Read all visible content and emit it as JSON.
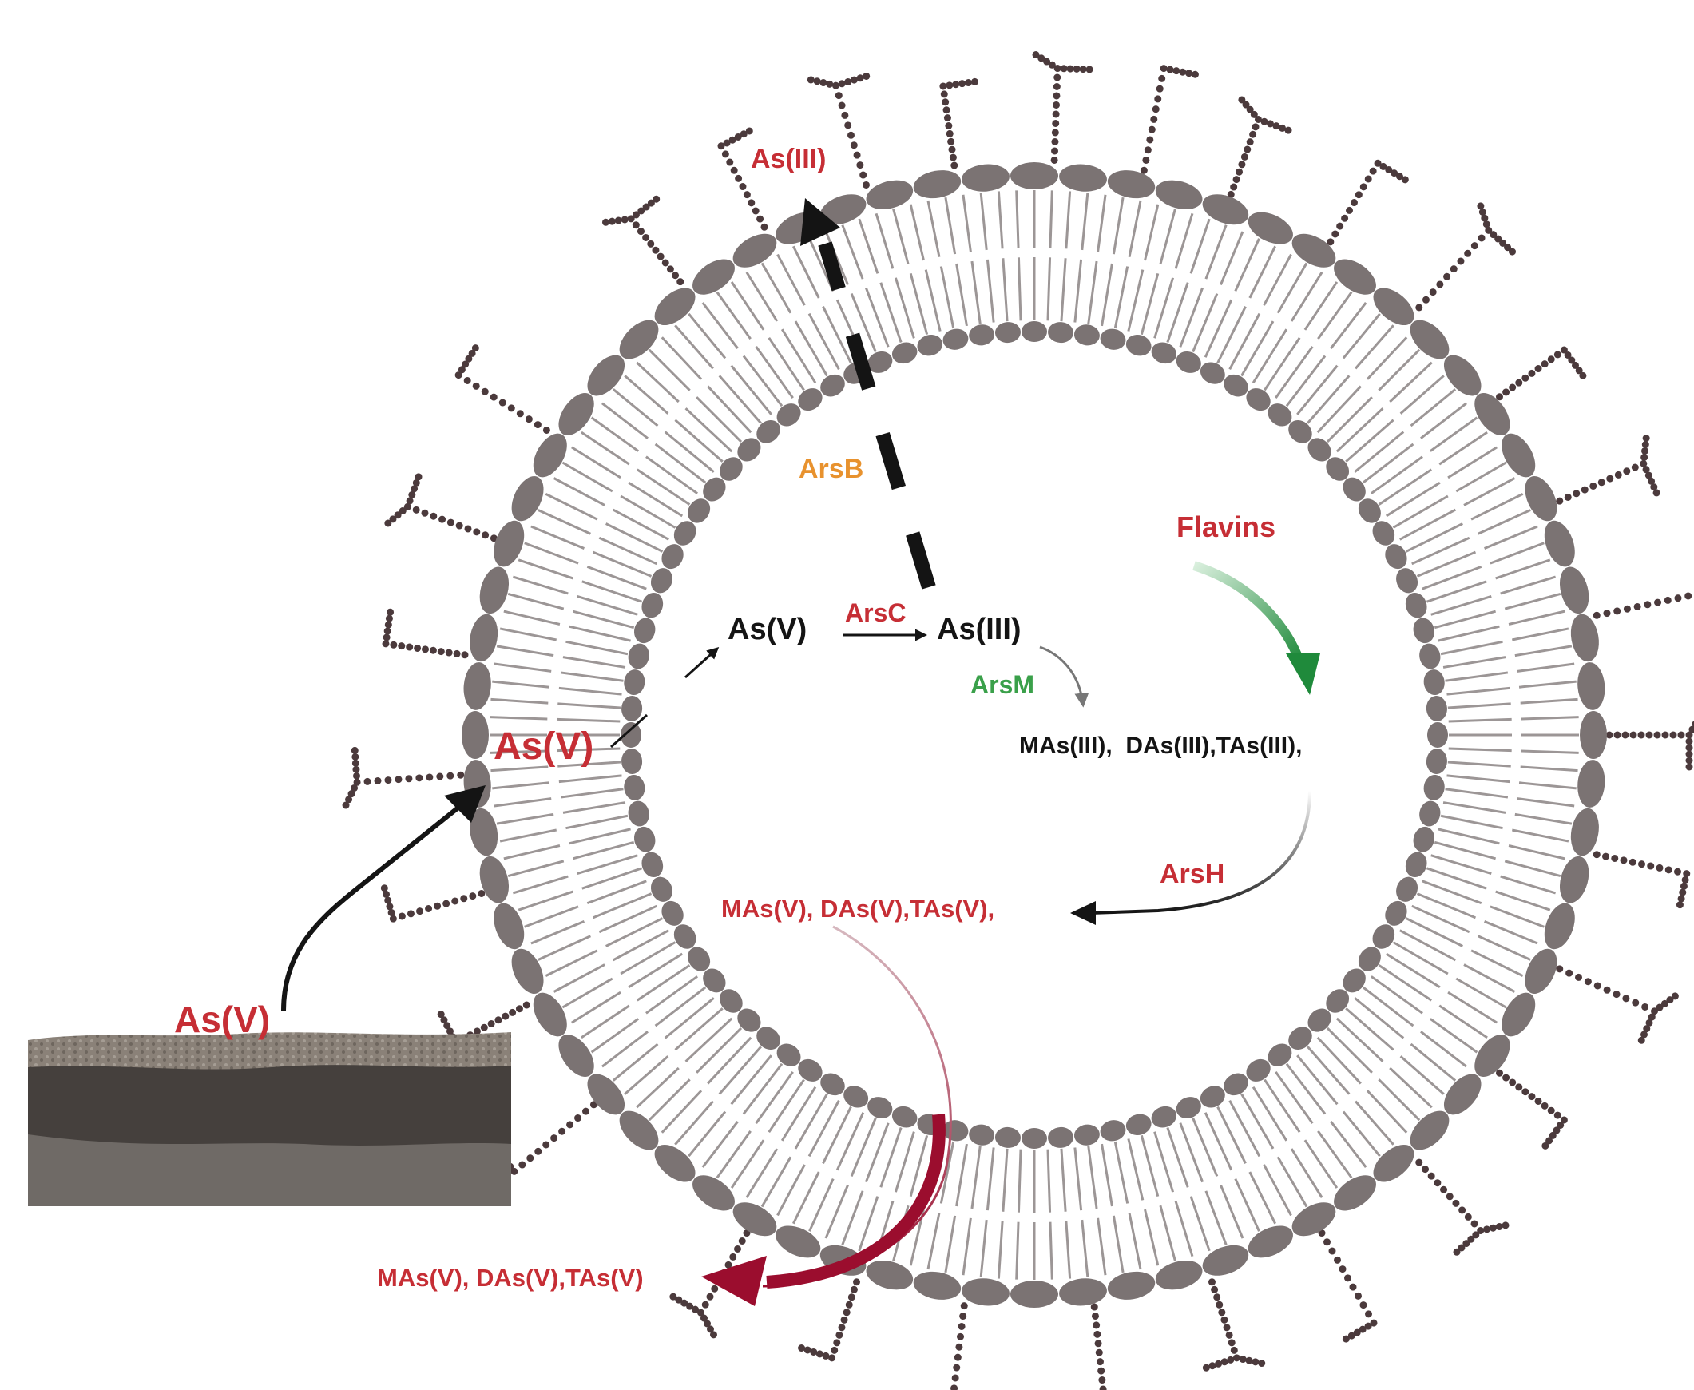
{
  "colors": {
    "red": "#c62e35",
    "dark_red": "#9b0d2e",
    "orange": "#e8922e",
    "green": "#1f8a3b",
    "green_label": "#3aa04a",
    "black": "#141414",
    "membrane": "#7b7373",
    "tail": "#9c9696",
    "glycan": "#4b3a3c",
    "soil_top": "#8a8178",
    "soil_mid": "#45403d",
    "soil_bottom": "#6f6a66"
  },
  "labels": {
    "as3_outside": "As(III)",
    "arsb": "ArsB",
    "flavins": "Flavins",
    "arsc": "ArsC",
    "as5_inner": "As(V)",
    "as3_inner": "As(III)",
    "arsm": "ArsM",
    "methyl_iii": "MAs(III),  DAs(III),TAs(III),",
    "as5_membrane": "As(V)",
    "arsh": "ArsH",
    "methyl_v_inner": "MAs(V), DAs(V),TAs(V),",
    "as5_soil": "As(V)",
    "methyl_v_out": "MAs(V), DAs(V),TAs(V)"
  },
  "icons": {
    "cell_membrane": "lipid-bilayer-icon",
    "soil": "soil-layer-icon",
    "glycan": "glycan-chain-icon"
  }
}
